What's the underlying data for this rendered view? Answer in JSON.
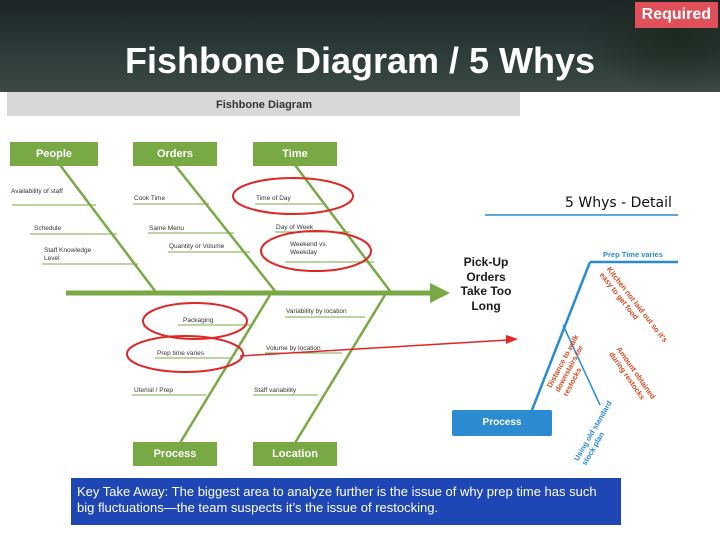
{
  "header": {
    "required": "Required",
    "title": "Fishbone Diagram / 5 Whys"
  },
  "fishbone": {
    "title": "Fishbone Diagram",
    "top_categories": [
      "People",
      "Orders",
      "Time"
    ],
    "bottom_categories": [
      "Process",
      "Location"
    ],
    "causes": {
      "availability": "Availability of staff",
      "schedule": "Schedule",
      "staff_knowledge": "Staff Knowledge Level",
      "cook_time": "Cook Time",
      "same_menu": "Same Menu",
      "quantity": "Quantity or Volume",
      "time_of_day": "Time of Day",
      "day_of_week": "Day of Week",
      "weekend": "Weekend vs. Weekday",
      "packaging": "Packaging",
      "prep_time": "Prep time varies",
      "utensil": "Utensil / Prep",
      "variability_location": "Variability by location",
      "volume_location": "Volume by location",
      "staff_variability": "Staff variability"
    },
    "problem": "Pick-Up Orders Take Too Long"
  },
  "whys": {
    "title": "5 Whys - Detail",
    "prep_time": "Prep Time varies",
    "kitchen": "Kitchen not laid out so it's easy to get food",
    "distance": "Distance to walk downstairs for restocks",
    "amount": "Amount obtained during restocks",
    "using_old": "Using old standard stock plan",
    "process": "Process"
  },
  "takeaway": "Key Take Away: The biggest area to analyze further is the issue of why prep time has such big fluctuations—the team suspects it’s the issue of restocking."
}
